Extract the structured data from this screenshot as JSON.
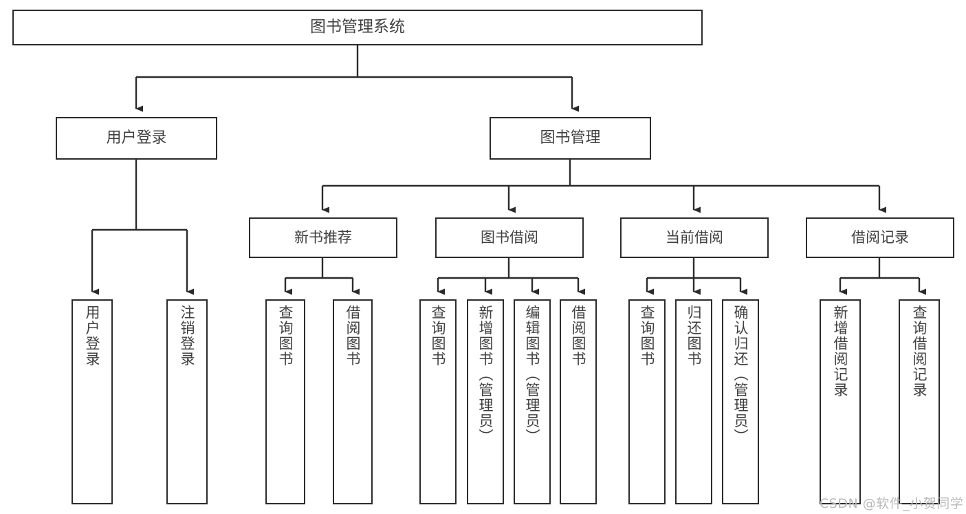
{
  "diagram": {
    "title": "图书管理系统",
    "type": "tree",
    "colors": {
      "box_border": "#2b2b2b",
      "box_fill": "#ffffff",
      "connector": "#2b2b2b",
      "text": "#404040",
      "watermark": "#b9b9b9",
      "background": "#ffffff"
    }
  },
  "watermark": {
    "text": "CSDN @软件_小贺同学"
  },
  "nodes": {
    "root": {
      "label": "图书管理系统"
    },
    "level2": [
      {
        "id": "user-login",
        "label": "用户登录"
      },
      {
        "id": "book-manage",
        "label": "图书管理"
      }
    ],
    "level3": [
      {
        "id": "new-book-recommend",
        "label": "新书推荐"
      },
      {
        "id": "book-borrow",
        "label": "图书借阅"
      },
      {
        "id": "current-borrow",
        "label": "当前借阅"
      },
      {
        "id": "borrow-record",
        "label": "借阅记录"
      }
    ],
    "leaves": {
      "user_login": [
        {
          "id": "leaf-user-login",
          "label": "用户登录"
        },
        {
          "id": "leaf-logout-login",
          "label": "注销登录"
        }
      ],
      "new_book_recommend": [
        {
          "id": "leaf-query-book-1",
          "label": "查询图书"
        },
        {
          "id": "leaf-borrow-book-1",
          "label": "借阅图书"
        }
      ],
      "book_borrow": [
        {
          "id": "leaf-query-book-2",
          "label": "查询图书"
        },
        {
          "id": "leaf-add-book",
          "label": "新增图书（管理员）"
        },
        {
          "id": "leaf-edit-book",
          "label": "编辑图书（管理员）"
        },
        {
          "id": "leaf-borrow-book-2",
          "label": "借阅图书"
        }
      ],
      "current_borrow": [
        {
          "id": "leaf-query-book-3",
          "label": "查询图书"
        },
        {
          "id": "leaf-return-book",
          "label": "归还图书"
        },
        {
          "id": "leaf-confirm-return",
          "label": "确认归还（管理员）"
        }
      ],
      "borrow_record": [
        {
          "id": "leaf-add-record",
          "label": "新增借阅记录"
        },
        {
          "id": "leaf-query-record",
          "label": "查询借阅记录"
        }
      ]
    }
  },
  "tree_structure": {
    "图书管理系统": {
      "用户登录": [
        "用户登录",
        "注销登录"
      ],
      "图书管理": {
        "新书推荐": [
          "查询图书",
          "借阅图书"
        ],
        "图书借阅": [
          "查询图书",
          "新增图书（管理员）",
          "编辑图书（管理员）",
          "借阅图书"
        ],
        "当前借阅": [
          "查询图书",
          "归还图书",
          "确认归还（管理员）"
        ],
        "借阅记录": [
          "新增借阅记录",
          "查询借阅记录"
        ]
      }
    }
  }
}
